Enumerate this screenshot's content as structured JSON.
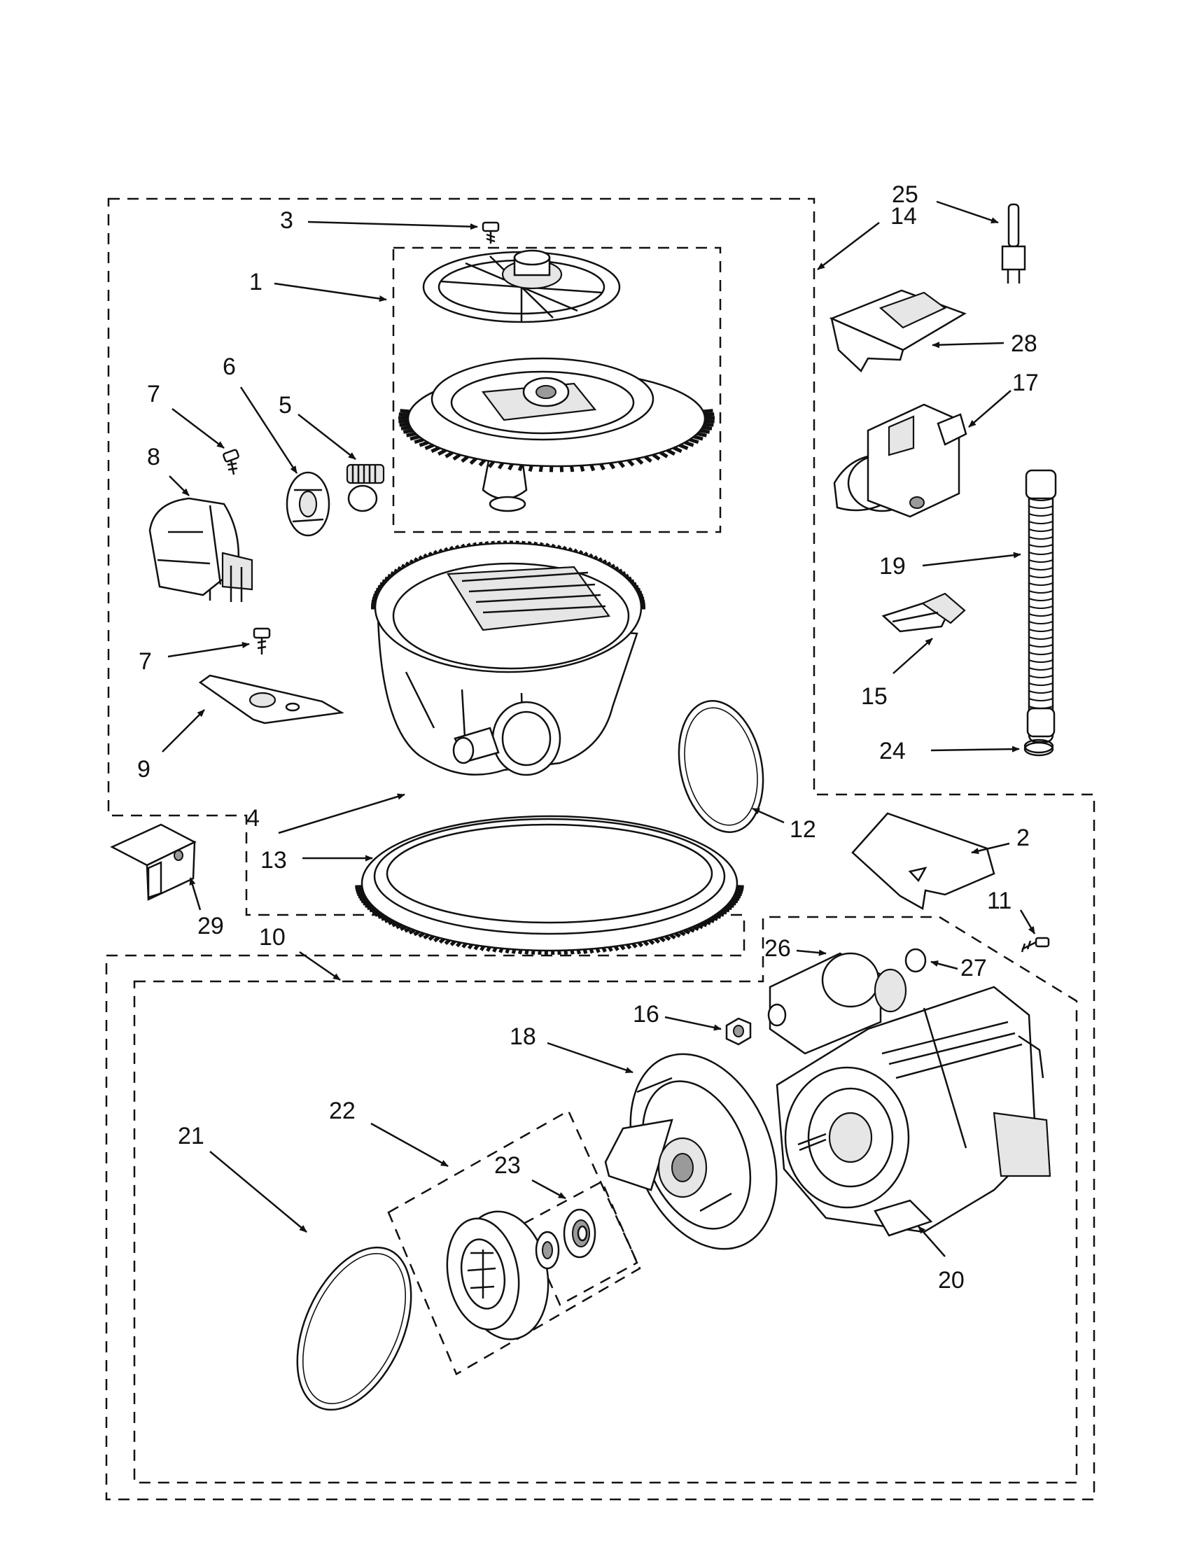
{
  "callouts": [
    {
      "id": "1",
      "text": "1"
    },
    {
      "id": "2",
      "text": "2"
    },
    {
      "id": "3",
      "text": "3"
    },
    {
      "id": "4",
      "text": "4"
    },
    {
      "id": "5",
      "text": "5"
    },
    {
      "id": "6",
      "text": "6"
    },
    {
      "id": "7a",
      "text": "7"
    },
    {
      "id": "7b",
      "text": "7"
    },
    {
      "id": "8",
      "text": "8"
    },
    {
      "id": "9",
      "text": "9"
    },
    {
      "id": "10",
      "text": "10"
    },
    {
      "id": "11",
      "text": "11"
    },
    {
      "id": "12",
      "text": "12"
    },
    {
      "id": "13",
      "text": "13"
    },
    {
      "id": "14",
      "text": "14"
    },
    {
      "id": "15",
      "text": "15"
    },
    {
      "id": "16",
      "text": "16"
    },
    {
      "id": "17",
      "text": "17"
    },
    {
      "id": "18",
      "text": "18"
    },
    {
      "id": "19",
      "text": "19"
    },
    {
      "id": "20",
      "text": "20"
    },
    {
      "id": "21",
      "text": "21"
    },
    {
      "id": "22",
      "text": "22"
    },
    {
      "id": "23",
      "text": "23"
    },
    {
      "id": "24",
      "text": "24"
    },
    {
      "id": "25",
      "text": "25"
    },
    {
      "id": "26",
      "text": "26"
    },
    {
      "id": "27",
      "text": "27"
    },
    {
      "id": "28",
      "text": "28"
    },
    {
      "id": "29",
      "text": "29"
    }
  ],
  "colors": {
    "line": "#111111",
    "background": "#ffffff",
    "shade": "#e6e6e6"
  }
}
